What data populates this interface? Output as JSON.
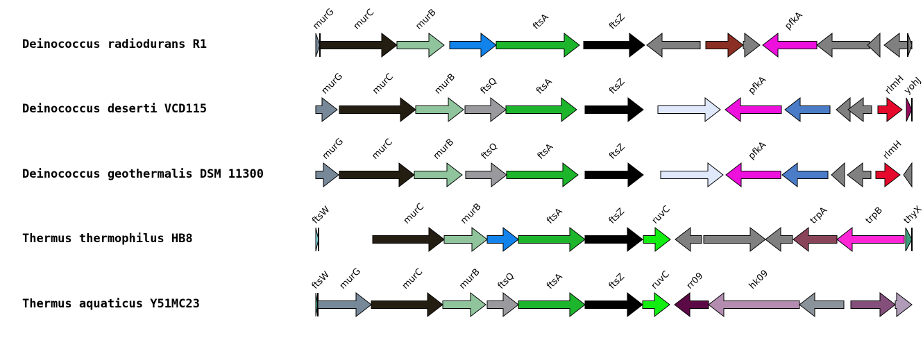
{
  "tracks": [
    {
      "organism": "Deinococcus radiodurans R1",
      "genes": [
        {
          "name": "murG",
          "start": 455,
          "end": 461,
          "strand": 1,
          "color": "#778899",
          "label": true,
          "cut": "end"
        },
        {
          "name": "murC",
          "start": 461,
          "end": 572,
          "strand": 1,
          "color": "#231e11",
          "label": true
        },
        {
          "name": "murB",
          "start": 572,
          "end": 640,
          "strand": 1,
          "color": "#8fc49c",
          "label": true
        },
        {
          "name": "",
          "start": 648,
          "end": 715,
          "strand": 1,
          "color": "#1283eb",
          "label": false
        },
        {
          "name": "ftsA",
          "start": 715,
          "end": 835,
          "strand": 1,
          "color": "#1db52c",
          "label": true
        },
        {
          "name": "ftsZ",
          "start": 841,
          "end": 929,
          "strand": 1,
          "color": "#000000",
          "label": true
        },
        {
          "name": "",
          "start": 932,
          "end": 1009,
          "strand": -1,
          "color": "#808080",
          "label": false
        },
        {
          "name": "",
          "start": 1017,
          "end": 1071,
          "strand": 1,
          "color": "#8b2e24",
          "label": false
        },
        {
          "name": "",
          "start": 1071,
          "end": 1095,
          "strand": 1,
          "color": "#808080",
          "label": false
        },
        {
          "name": "pfkA",
          "start": 1099,
          "end": 1177,
          "strand": -1,
          "color": "#ee10dc",
          "label": true
        },
        {
          "name": "",
          "start": 1177,
          "end": 1253,
          "strand": -1,
          "color": "#808080",
          "label": false
        },
        {
          "name": "",
          "start": 1250,
          "end": 1268,
          "strand": -1,
          "color": "#808080",
          "label": false
        },
        {
          "name": "",
          "start": 1274,
          "end": 1314,
          "strand": -1,
          "color": "#808080",
          "label": false
        },
        {
          "name": "",
          "start": 1308,
          "end": 1314,
          "strand": 1,
          "color": "#808080",
          "label": false,
          "cut": "start"
        }
      ]
    },
    {
      "organism": "Deinococcus deserti VCD115",
      "genes": [
        {
          "name": "murG",
          "start": 455,
          "end": 486,
          "strand": 1,
          "color": "#778899",
          "label": true
        },
        {
          "name": "murC",
          "start": 489,
          "end": 599,
          "strand": 1,
          "color": "#231e11",
          "label": true
        },
        {
          "name": "murB",
          "start": 599,
          "end": 668,
          "strand": 1,
          "color": "#8fc49c",
          "label": true
        },
        {
          "name": "ftsQ",
          "start": 670,
          "end": 729,
          "strand": 1,
          "color": "#9a9a9e",
          "label": true
        },
        {
          "name": "ftsA",
          "start": 729,
          "end": 831,
          "strand": 1,
          "color": "#1db52c",
          "label": true
        },
        {
          "name": "ftsZ",
          "start": 843,
          "end": 927,
          "strand": 1,
          "color": "#000000",
          "label": true
        },
        {
          "name": "",
          "start": 948,
          "end": 1038,
          "strand": 1,
          "color": "#e0e8fb",
          "label": false
        },
        {
          "name": "pfkA",
          "start": 1045,
          "end": 1126,
          "strand": -1,
          "color": "#ee10dc",
          "label": true
        },
        {
          "name": "",
          "start": 1131,
          "end": 1196,
          "strand": -1,
          "color": "#4a7cc8",
          "label": false
        },
        {
          "name": "",
          "start": 1205,
          "end": 1225,
          "strand": -1,
          "color": "#808080",
          "label": false
        },
        {
          "name": "",
          "start": 1222,
          "end": 1256,
          "strand": -1,
          "color": "#808080",
          "label": false
        },
        {
          "name": "rlmH",
          "start": 1265,
          "end": 1300,
          "strand": 1,
          "color": "#e5092c",
          "label": true
        },
        {
          "name": "yohJ",
          "start": 1306,
          "end": 1314,
          "strand": 1,
          "color": "#94095e",
          "label": true,
          "cut": "end"
        }
      ]
    },
    {
      "organism": "Deinococcus geothermalis DSM 11300",
      "genes": [
        {
          "name": "murG",
          "start": 455,
          "end": 488,
          "strand": 1,
          "color": "#778899",
          "label": true
        },
        {
          "name": "murC",
          "start": 489,
          "end": 597,
          "strand": 1,
          "color": "#231e11",
          "label": true
        },
        {
          "name": "murB",
          "start": 597,
          "end": 666,
          "strand": 1,
          "color": "#8fc49c",
          "label": true
        },
        {
          "name": "ftsQ",
          "start": 671,
          "end": 730,
          "strand": 1,
          "color": "#9a9a9e",
          "label": true
        },
        {
          "name": "ftsA",
          "start": 730,
          "end": 833,
          "strand": 1,
          "color": "#1db52c",
          "label": true
        },
        {
          "name": "ftsZ",
          "start": 843,
          "end": 927,
          "strand": 1,
          "color": "#000000",
          "label": true
        },
        {
          "name": "",
          "start": 952,
          "end": 1042,
          "strand": 1,
          "color": "#e0e8fb",
          "label": false
        },
        {
          "name": "pfkA",
          "start": 1046,
          "end": 1125,
          "strand": -1,
          "color": "#ee10dc",
          "label": true
        },
        {
          "name": "",
          "start": 1127,
          "end": 1193,
          "strand": -1,
          "color": "#4a7cc8",
          "label": false
        },
        {
          "name": "",
          "start": 1198,
          "end": 1217,
          "strand": -1,
          "color": "#808080",
          "label": false
        },
        {
          "name": "",
          "start": 1221,
          "end": 1255,
          "strand": -1,
          "color": "#808080",
          "label": false
        },
        {
          "name": "rlmH",
          "start": 1262,
          "end": 1297,
          "strand": 1,
          "color": "#e5092c",
          "label": true
        },
        {
          "name": "",
          "start": 1302,
          "end": 1314,
          "strand": -1,
          "color": "#808080",
          "label": false
        }
      ]
    },
    {
      "organism": "Thermus thermophilus HB8",
      "genes": [
        {
          "name": "ftsW",
          "start": 455,
          "end": 459,
          "strand": 1,
          "color": "#7fd6dc",
          "label": true,
          "cut": "end"
        },
        {
          "name": "murC",
          "start": 537,
          "end": 640,
          "strand": 1,
          "color": "#231e11",
          "label": true
        },
        {
          "name": "murB",
          "start": 640,
          "end": 702,
          "strand": 1,
          "color": "#8fc49c",
          "label": true
        },
        {
          "name": "",
          "start": 702,
          "end": 747,
          "strand": 1,
          "color": "#1283eb",
          "label": false
        },
        {
          "name": "ftsA",
          "start": 747,
          "end": 843,
          "strand": 1,
          "color": "#1db52c",
          "label": true
        },
        {
          "name": "ftsZ",
          "start": 843,
          "end": 926,
          "strand": 1,
          "color": "#000000",
          "label": true
        },
        {
          "name": "ruvC",
          "start": 927,
          "end": 966,
          "strand": 1,
          "color": "#12ee12",
          "label": true
        },
        {
          "name": "",
          "start": 973,
          "end": 1011,
          "strand": -1,
          "color": "#808080",
          "label": false
        },
        {
          "name": "",
          "start": 1014,
          "end": 1103,
          "strand": 1,
          "color": "#808080",
          "label": false
        },
        {
          "name": "",
          "start": 1103,
          "end": 1142,
          "strand": -1,
          "color": "#808080",
          "label": false
        },
        {
          "name": "trpA",
          "start": 1143,
          "end": 1206,
          "strand": -1,
          "color": "#8a4459",
          "label": true
        },
        {
          "name": "trpB",
          "start": 1206,
          "end": 1303,
          "strand": -1,
          "color": "#ff26d6",
          "label": true
        },
        {
          "name": "thyX",
          "start": 1305,
          "end": 1314,
          "strand": 1,
          "color": "#3d9e7e",
          "label": true,
          "cut": "end"
        }
      ]
    },
    {
      "organism": "Thermus aquaticus Y51MC23",
      "genes": [
        {
          "name": "ftsW",
          "start": 455,
          "end": 458,
          "strand": 1,
          "color": "#3d9e7e",
          "label": true,
          "cut": "end"
        },
        {
          "name": "murG",
          "start": 458,
          "end": 535,
          "strand": 1,
          "color": "#778899",
          "label": true
        },
        {
          "name": "murC",
          "start": 535,
          "end": 638,
          "strand": 1,
          "color": "#231e11",
          "label": true
        },
        {
          "name": "murB",
          "start": 638,
          "end": 700,
          "strand": 1,
          "color": "#8fc49c",
          "label": true
        },
        {
          "name": "ftsQ",
          "start": 702,
          "end": 747,
          "strand": 1,
          "color": "#9a9a9e",
          "label": true
        },
        {
          "name": "ftsA",
          "start": 747,
          "end": 843,
          "strand": 1,
          "color": "#1db52c",
          "label": true
        },
        {
          "name": "ftsZ",
          "start": 843,
          "end": 926,
          "strand": 1,
          "color": "#000000",
          "label": true
        },
        {
          "name": "ruvC",
          "start": 926,
          "end": 965,
          "strand": 1,
          "color": "#12ee12",
          "label": true
        },
        {
          "name": "rr09",
          "start": 972,
          "end": 1021,
          "strand": -1,
          "color": "#5b0a45",
          "label": true
        },
        {
          "name": "hk09",
          "start": 1021,
          "end": 1152,
          "strand": -1,
          "color": "#b48cb0",
          "label": true
        },
        {
          "name": "",
          "start": 1152,
          "end": 1216,
          "strand": -1,
          "color": "#8a929a",
          "label": false
        },
        {
          "name": "",
          "start": 1226,
          "end": 1290,
          "strand": 1,
          "color": "#844f7a",
          "label": false
        },
        {
          "name": "",
          "start": 1290,
          "end": 1314,
          "strand": 1,
          "color": "#b09cb8",
          "label": false
        }
      ]
    }
  ]
}
